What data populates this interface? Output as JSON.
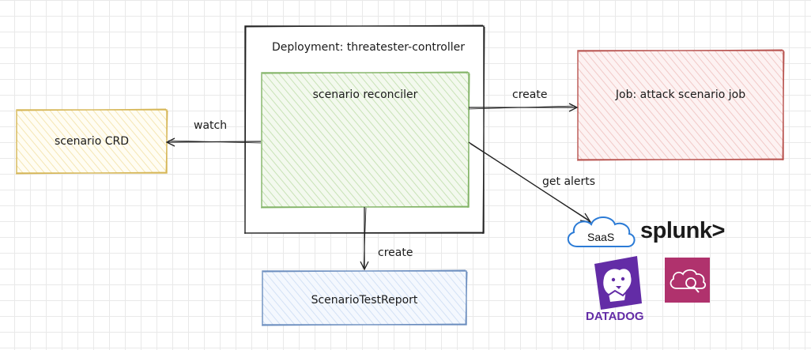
{
  "diagram": {
    "nodes": {
      "deployment": {
        "title": "Deployment: threatester-controller"
      },
      "reconciler": {
        "title": "scenario reconciler"
      },
      "crd": {
        "title": "scenario CRD"
      },
      "job": {
        "title": "Job: attack scenario job"
      },
      "report": {
        "title": "ScenarioTestReport"
      }
    },
    "edges": {
      "watch": {
        "label": "watch"
      },
      "create_job": {
        "label": "create"
      },
      "get_alerts": {
        "label": "get alerts"
      },
      "create_report": {
        "label": "create"
      }
    },
    "logos": {
      "saas": {
        "text": "SaaS",
        "icon": "cloud-icon"
      },
      "splunk": {
        "text": "splunk>"
      },
      "datadog": {
        "text": "DATADOG",
        "icon": "datadog-dog-icon"
      },
      "search_service": {
        "icon": "cloud-search-icon"
      }
    },
    "colors": {
      "green": "#82b366",
      "yellow": "#d6b656",
      "red": "#b85450",
      "blue": "#6c8ebf",
      "datadog_purple": "#632ca6",
      "search_pink": "#b0326d"
    }
  }
}
